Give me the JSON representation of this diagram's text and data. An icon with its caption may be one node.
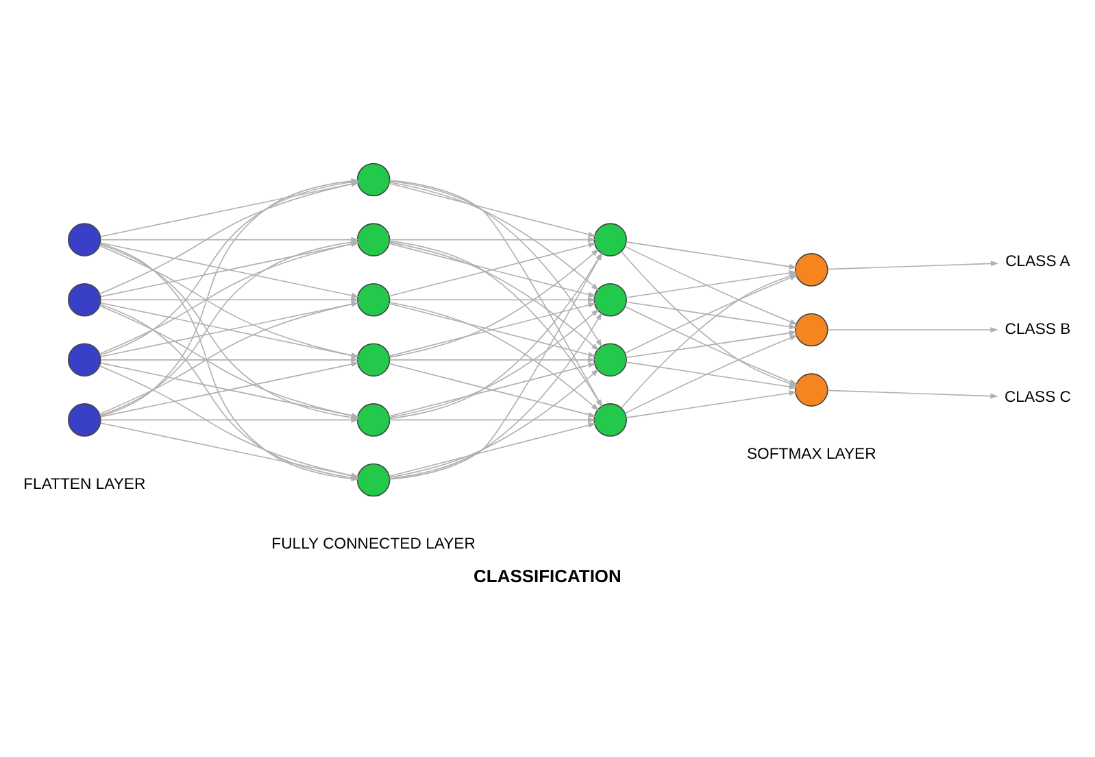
{
  "diagram": {
    "caption": "CLASSIFICATION",
    "nodes": [
      {
        "text": [],
        "shape": "circle"
      },
      {
        "text": [],
        "shape": "circle"
      },
      {
        "text": [],
        "shape": "circle"
      },
      {
        "text": [],
        "shape": "circle"
      },
      {
        "text": [],
        "shape": "circle"
      },
      {
        "text": [],
        "shape": "circle"
      },
      {
        "text": [],
        "shape": "circle"
      },
      {
        "text": [],
        "shape": "circle"
      },
      {
        "text": [],
        "shape": "circle"
      },
      {
        "text": [],
        "shape": "circle"
      },
      {
        "text": [],
        "shape": "circle"
      },
      {
        "text": [],
        "shape": "circle"
      },
      {
        "text": [],
        "shape": "circle"
      },
      {
        "text": [],
        "shape": "circle"
      },
      {
        "text": [],
        "shape": "circle"
      },
      {
        "text": [],
        "shape": "circle"
      },
      {
        "text": [],
        "shape": "circle"
      },
      {
        "text": [
          "CLASS A"
        ]
      },
      {
        "text": [
          "CLASS B"
        ]
      },
      {
        "text": [
          "CLASS C"
        ]
      }
    ],
    "edges": [
      {
        "from": 0,
        "to": 4,
        "arrow": "to"
      },
      {
        "from": 0,
        "to": 5,
        "arrow": "to"
      },
      {
        "from": 0,
        "to": 6,
        "arrow": "to"
      },
      {
        "from": 0,
        "to": 7,
        "arrow": "to"
      },
      {
        "from": 0,
        "to": 8,
        "arrow": "to"
      },
      {
        "from": 0,
        "to": 9,
        "arrow": "to"
      },
      {
        "from": 1,
        "to": 4,
        "arrow": "to"
      },
      {
        "from": 1,
        "to": 5,
        "arrow": "to"
      },
      {
        "from": 1,
        "to": 6,
        "arrow": "to"
      },
      {
        "from": 1,
        "to": 7,
        "arrow": "to"
      },
      {
        "from": 1,
        "to": 8,
        "arrow": "to"
      },
      {
        "from": 1,
        "to": 9,
        "arrow": "to"
      },
      {
        "from": 2,
        "to": 4,
        "arrow": "to"
      },
      {
        "from": 2,
        "to": 5,
        "arrow": "to"
      },
      {
        "from": 2,
        "to": 6,
        "arrow": "to"
      },
      {
        "from": 2,
        "to": 7,
        "arrow": "to"
      },
      {
        "from": 2,
        "to": 8,
        "arrow": "to"
      },
      {
        "from": 2,
        "to": 9,
        "arrow": "to"
      },
      {
        "from": 3,
        "to": 4,
        "arrow": "to"
      },
      {
        "from": 3,
        "to": 5,
        "arrow": "to"
      },
      {
        "from": 3,
        "to": 6,
        "arrow": "to"
      },
      {
        "from": 3,
        "to": 7,
        "arrow": "to"
      },
      {
        "from": 3,
        "to": 8,
        "arrow": "to"
      },
      {
        "from": 3,
        "to": 9,
        "arrow": "to"
      },
      {
        "from": 4,
        "to": 10,
        "arrow": "to"
      },
      {
        "from": 4,
        "to": 11,
        "arrow": "to"
      },
      {
        "from": 4,
        "to": 12,
        "arrow": "to"
      },
      {
        "from": 4,
        "to": 13,
        "arrow": "to"
      },
      {
        "from": 5,
        "to": 10,
        "arrow": "to"
      },
      {
        "from": 5,
        "to": 11,
        "arrow": "to"
      },
      {
        "from": 5,
        "to": 12,
        "arrow": "to"
      },
      {
        "from": 5,
        "to": 13,
        "arrow": "to"
      },
      {
        "from": 6,
        "to": 10,
        "arrow": "to"
      },
      {
        "from": 6,
        "to": 11,
        "arrow": "to"
      },
      {
        "from": 6,
        "to": 12,
        "arrow": "to"
      },
      {
        "from": 6,
        "to": 13,
        "arrow": "to"
      },
      {
        "from": 7,
        "to": 10,
        "arrow": "to"
      },
      {
        "from": 7,
        "to": 11,
        "arrow": "to"
      },
      {
        "from": 7,
        "to": 12,
        "arrow": "to"
      },
      {
        "from": 7,
        "to": 13,
        "arrow": "to"
      },
      {
        "from": 8,
        "to": 10,
        "arrow": "to"
      },
      {
        "from": 8,
        "to": 11,
        "arrow": "to"
      },
      {
        "from": 8,
        "to": 12,
        "arrow": "to"
      },
      {
        "from": 8,
        "to": 13,
        "arrow": "to"
      },
      {
        "from": 9,
        "to": 10,
        "arrow": "to"
      },
      {
        "from": 9,
        "to": 11,
        "arrow": "to"
      },
      {
        "from": 9,
        "to": 12,
        "arrow": "to"
      },
      {
        "from": 9,
        "to": 13,
        "arrow": "to"
      },
      {
        "from": 10,
        "to": 14,
        "arrow": "to"
      },
      {
        "from": 10,
        "to": 15,
        "arrow": "to"
      },
      {
        "from": 10,
        "to": 16,
        "arrow": "to"
      },
      {
        "from": 11,
        "to": 14,
        "arrow": "to"
      },
      {
        "from": 11,
        "to": 15,
        "arrow": "to"
      },
      {
        "from": 11,
        "to": 16,
        "arrow": "to"
      },
      {
        "from": 12,
        "to": 14,
        "arrow": "to"
      },
      {
        "from": 12,
        "to": 15,
        "arrow": "to"
      },
      {
        "from": 12,
        "to": 16,
        "arrow": "to"
      },
      {
        "from": 13,
        "to": 14,
        "arrow": "to"
      },
      {
        "from": 13,
        "to": 15,
        "arrow": "to"
      },
      {
        "from": 13,
        "to": 16,
        "arrow": "to"
      },
      {
        "from": 14,
        "to": 17,
        "arrow": "to"
      },
      {
        "from": 15,
        "to": 18,
        "arrow": "to"
      },
      {
        "from": 16,
        "to": 19,
        "arrow": "to"
      }
    ],
    "labels": [
      "FLATTEN LAYER",
      "FULLY CONNECTED LAYER",
      "SOFTMAX LAYER"
    ]
  }
}
